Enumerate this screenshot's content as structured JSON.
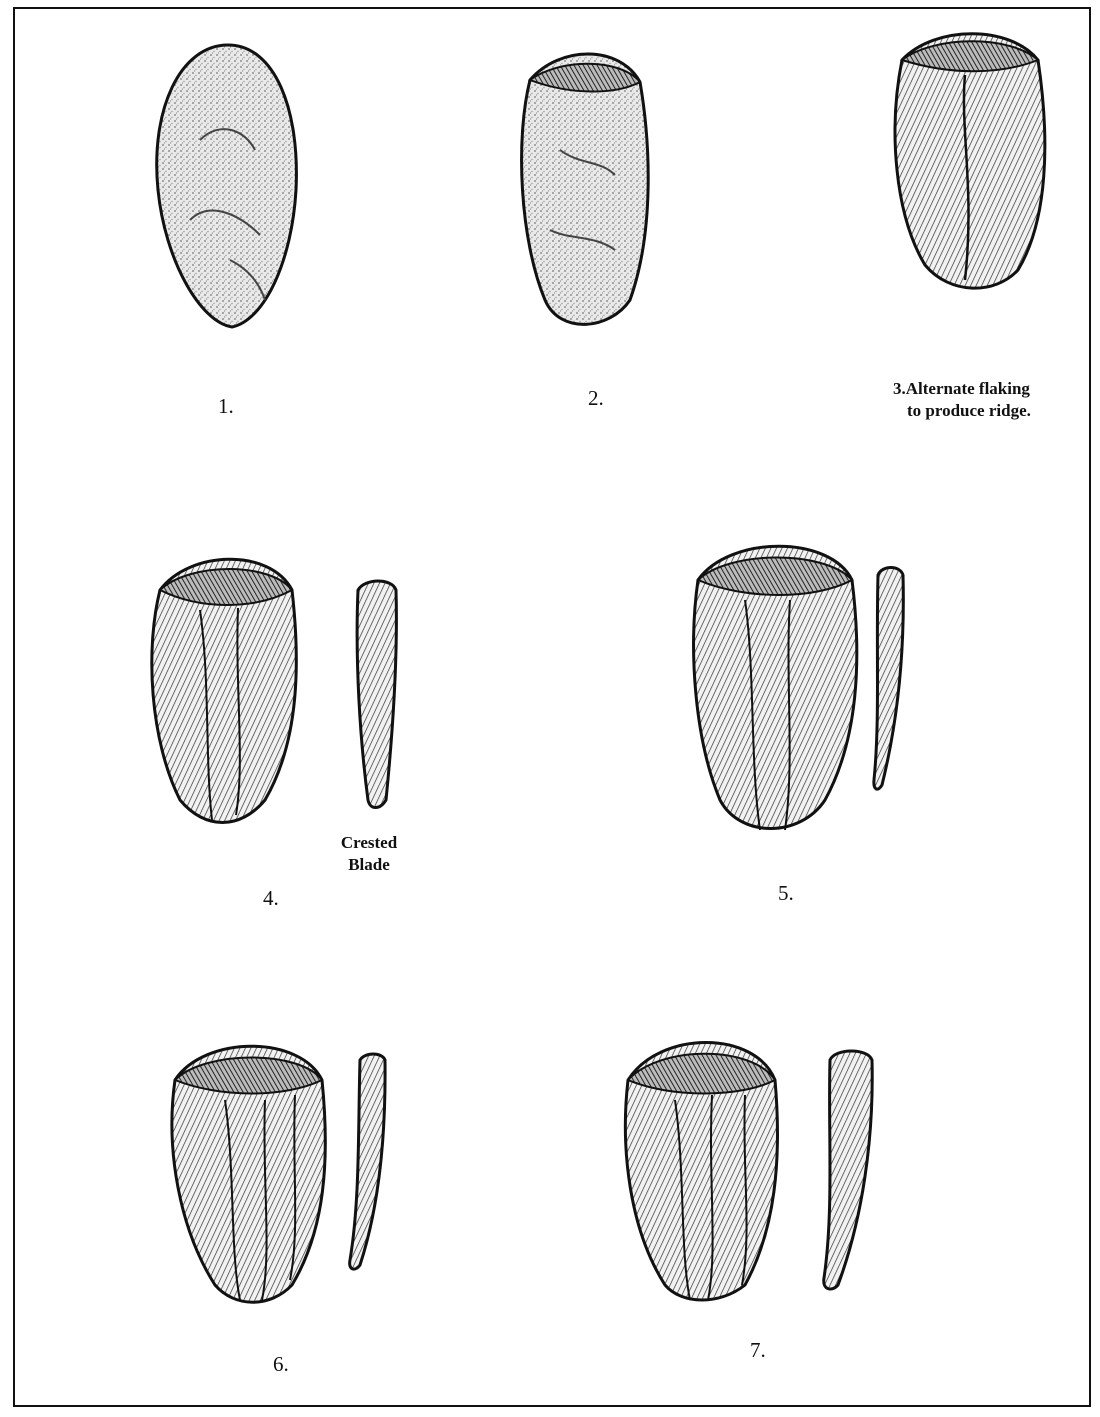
{
  "figures": [
    {
      "number": "1.",
      "caption": ""
    },
    {
      "number": "2.",
      "caption": ""
    },
    {
      "number": "3.",
      "caption": "Alternate flaking",
      "caption_line2": "to produce ridge."
    },
    {
      "number": "4.",
      "caption": "Crested",
      "caption_line2": "Blade"
    },
    {
      "number": "5.",
      "caption": ""
    },
    {
      "number": "6.",
      "caption": ""
    },
    {
      "number": "7.",
      "caption": ""
    }
  ],
  "colors": {
    "ink": "#111111",
    "paper": "#ffffff",
    "stipple": "#9a9a9a"
  }
}
